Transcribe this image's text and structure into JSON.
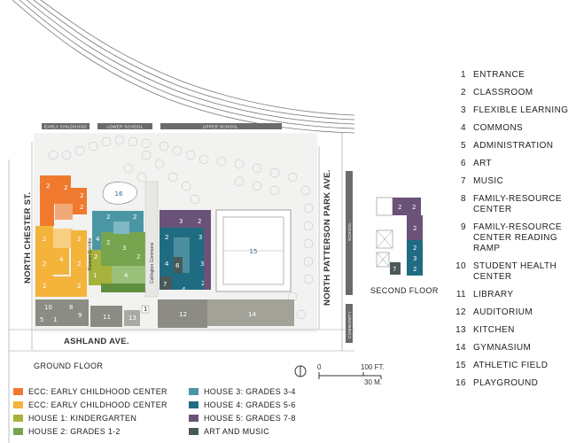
{
  "streets": {
    "west": "NORTH CHESTER ST.",
    "east": "NORTH PATTERSON PARK AVE.",
    "south": "ASHLAND AVE."
  },
  "bands": {
    "early": "EARLY CHILDHOOD",
    "lower": "LOWER SCHOOL",
    "upper": "UPPER SCHOOL",
    "school": "SCHOOL",
    "community": "COMMUNITY"
  },
  "corridors": {
    "duncan": "Duncan Corridor",
    "collington": "Collington Commons"
  },
  "floors": {
    "ground": "GROUND FLOOR",
    "second": "SECOND FLOOR"
  },
  "scale": {
    "zero": "0",
    "feet": "100 FT.",
    "meters": "30 M."
  },
  "key": [
    {
      "n": "1",
      "label": "ENTRANCE"
    },
    {
      "n": "2",
      "label": "CLASSROOM"
    },
    {
      "n": "3",
      "label": "FLEXIBLE LEARNING"
    },
    {
      "n": "4",
      "label": "COMMONS"
    },
    {
      "n": "5",
      "label": "ADMINISTRATION"
    },
    {
      "n": "6",
      "label": "ART"
    },
    {
      "n": "7",
      "label": "MUSIC"
    },
    {
      "n": "8",
      "label": "FAMILY-RESOURCE CENTER"
    },
    {
      "n": "9",
      "label": "FAMILY-RESOURCE CENTER READING RAMP"
    },
    {
      "n": "10",
      "label": "STUDENT HEALTH CENTER"
    },
    {
      "n": "11",
      "label": "LIBRARY"
    },
    {
      "n": "12",
      "label": "AUDITORIUM"
    },
    {
      "n": "13",
      "label": "KITCHEN"
    },
    {
      "n": "14",
      "label": "GYMNASIUM"
    },
    {
      "n": "15",
      "label": "ATHLETIC FIELD"
    },
    {
      "n": "16",
      "label": "PLAYGROUND"
    }
  ],
  "legend": [
    {
      "label": "ECC: EARLY CHILDHOOD CENTER",
      "color": "#ef7a2f"
    },
    {
      "label": "ECC: EARLY CHILDHOOD CENTER",
      "color": "#f4b43c"
    },
    {
      "label": "HOUSE 1: KINDERGARTEN",
      "color": "#a7b23c"
    },
    {
      "label": "HOUSE 2: GRADES 1-2",
      "color": "#76a44f"
    },
    {
      "label": "HOUSE 3: GRADES 3-4",
      "color": "#4a96a4"
    },
    {
      "label": "HOUSE 4: GRADES 5-6",
      "color": "#1f6b82"
    },
    {
      "label": "HOUSE 5: GRADES 7-8",
      "color": "#6a5279"
    },
    {
      "label": "ART AND MUSIC",
      "color": "#4a5858"
    }
  ],
  "rooms": {
    "playground": "16",
    "field": "15"
  }
}
